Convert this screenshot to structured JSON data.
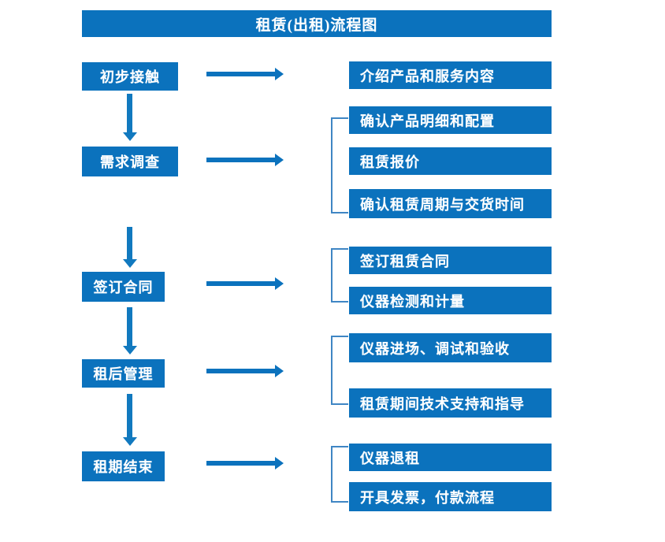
{
  "diagram": {
    "title": "租赁(出租)流程图",
    "accent_color": "#0b72bd",
    "bracket_color": "#3f86c4",
    "text_color": "#ffffff",
    "background_color": "#ffffff",
    "stages": [
      {
        "label": "初步接触"
      },
      {
        "label": "需求调查"
      },
      {
        "label": "签订合同"
      },
      {
        "label": "租后管理"
      },
      {
        "label": "租期结束"
      }
    ],
    "details": [
      {
        "label": "介绍产品和服务内容"
      },
      {
        "label": "确认产品明细和配置"
      },
      {
        "label": "租赁报价"
      },
      {
        "label": "确认租赁周期与交货时间"
      },
      {
        "label": "签订租赁合同"
      },
      {
        "label": "仪器检测和计量"
      },
      {
        "label": "仪器进场、调试和验收"
      },
      {
        "label": "租赁期间技术支持和指导"
      },
      {
        "label": "仪器退租"
      },
      {
        "label": "开具发票，付款流程"
      }
    ],
    "connectors": {
      "stage_arrow_label": "流程箭头",
      "detail_arrow_label": "展开箭头",
      "bracket_label": "分组括号"
    }
  }
}
